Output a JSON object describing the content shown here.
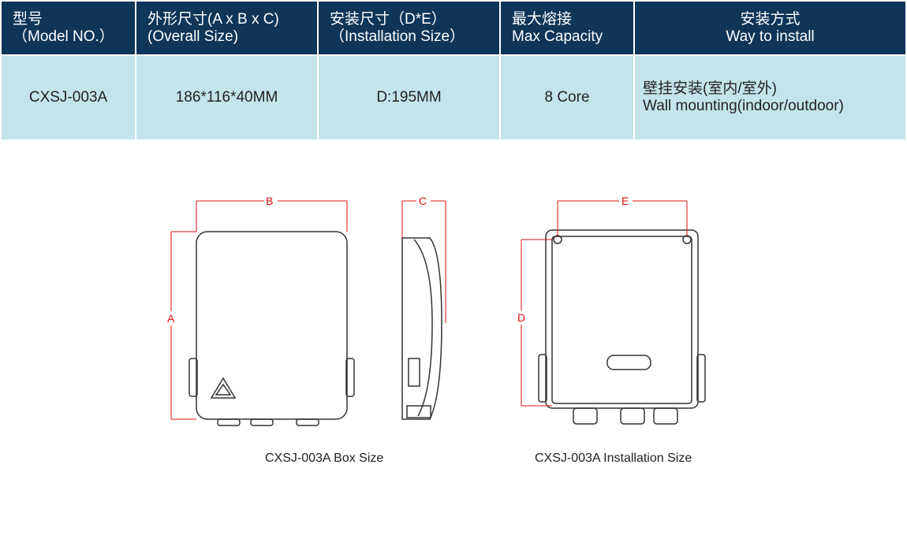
{
  "table": {
    "headers": [
      {
        "zh": "型号",
        "en": "（Model NO.）"
      },
      {
        "zh": "外形尺寸(A x B x C)",
        "en": "(Overall Size)"
      },
      {
        "zh": "安装尺寸（D*E）",
        "en": "（Installation  Size）"
      },
      {
        "zh": "最大熔接",
        "en": "Max Capacity"
      },
      {
        "zh": "安装方式",
        "en": "Way  to install"
      }
    ],
    "row": {
      "model": "CXSJ-003A",
      "overall_size": "186*116*40MM",
      "installation_size": "D:195MM",
      "capacity": "8 Core",
      "install_zh": "壁挂安装(室内/室外)",
      "install_en": "Wall  mounting(indoor/outdoor)"
    }
  },
  "drawings": {
    "labels": {
      "a": "A",
      "b": "B",
      "c": "C",
      "d": "D",
      "e": "E"
    },
    "box_caption": "CXSJ-003A Box Size",
    "install_caption": "CXSJ-003A Installation Size"
  },
  "colors": {
    "header_bg": "#0f3558",
    "row_bg": "#c3e4eb",
    "dimension": "#dd1111"
  }
}
